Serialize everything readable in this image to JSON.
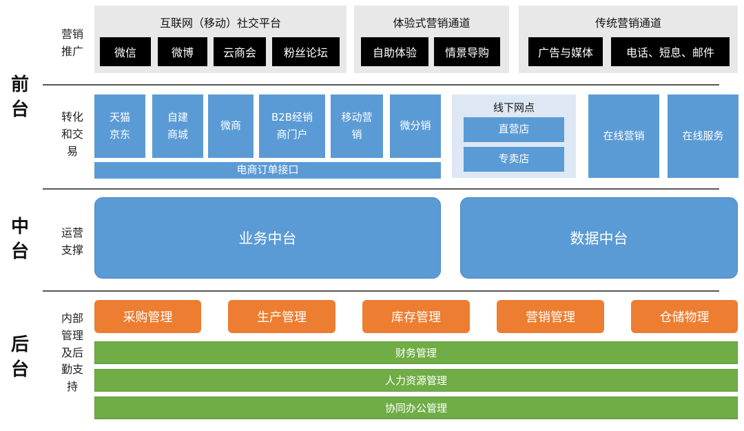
{
  "tiers": {
    "front": "前\n台",
    "middle": "中\n台",
    "back": "后\n台"
  },
  "sections": {
    "marketing": "营销\n推广",
    "conversion": "转化\n和交\n易",
    "operations": "运营\n支撑",
    "internal": "内部\n管理\n及后\n勤支\n持"
  },
  "marketing_panels": {
    "social": {
      "title": "互联网（移动）社交平台",
      "items": [
        "微信",
        "微博",
        "云商会",
        "粉丝论坛"
      ]
    },
    "experience": {
      "title": "体验式营销通道",
      "items": [
        "自助体验",
        "情景导购"
      ]
    },
    "traditional": {
      "title": "传统营销通道",
      "items": [
        "广告与媒体",
        "电话、短息、邮件"
      ]
    }
  },
  "conversion": {
    "channels": [
      "天猫\n京东",
      "自建\n商城",
      "微商",
      "B2B经销\n商门户",
      "移动营\n销",
      "微分销"
    ],
    "order_interface": "电商订单接口",
    "offline": {
      "title": "线下网点",
      "items": [
        "直营店",
        "专卖店"
      ]
    },
    "online_marketing": "在线营销",
    "online_service": "在线服务"
  },
  "middle": {
    "business": "业务中台",
    "data": "数据中台"
  },
  "back": {
    "modules": [
      "采购管理",
      "生产管理",
      "库存管理",
      "营销管理",
      "仓储物理"
    ],
    "bars": [
      "财务管理",
      "人力资源管理",
      "协同办公管理"
    ]
  },
  "colors": {
    "blue": "#5b9bd5",
    "orange": "#ed7d31",
    "green": "#70ad47",
    "black": "#000000",
    "panel_gray": "#e8e8e8"
  }
}
